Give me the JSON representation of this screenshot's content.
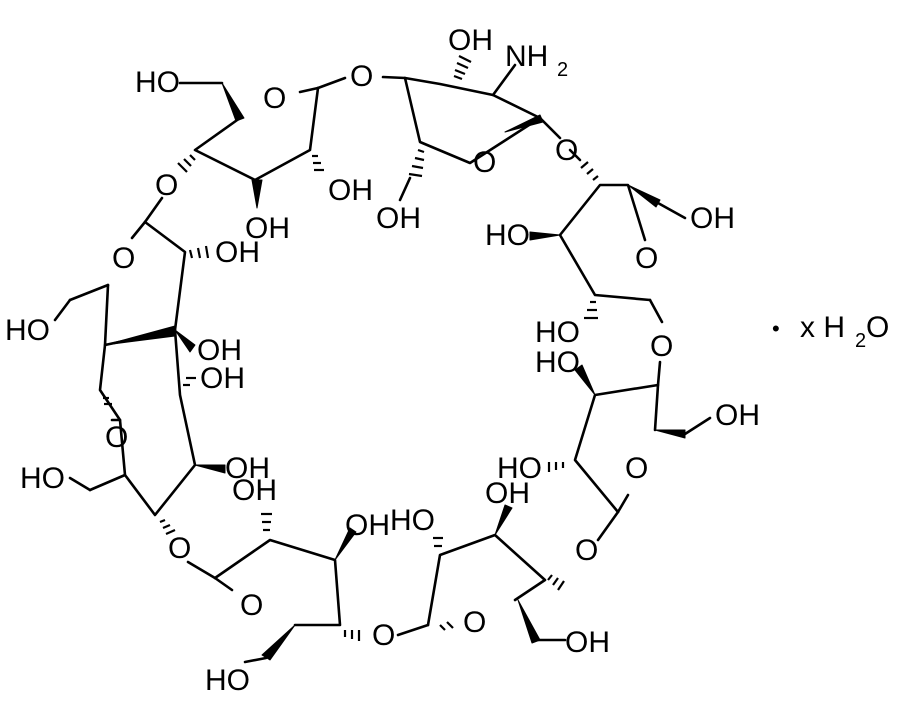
{
  "ring_oxygen": "O",
  "hydroxyl": "OH",
  "hydroxyl_left": "HO",
  "amine": {
    "base": "NH",
    "subscript": "2"
  },
  "hydrate": {
    "dot": "•",
    "prefix": "x H",
    "subscript": "2",
    "suffix": "O"
  }
}
